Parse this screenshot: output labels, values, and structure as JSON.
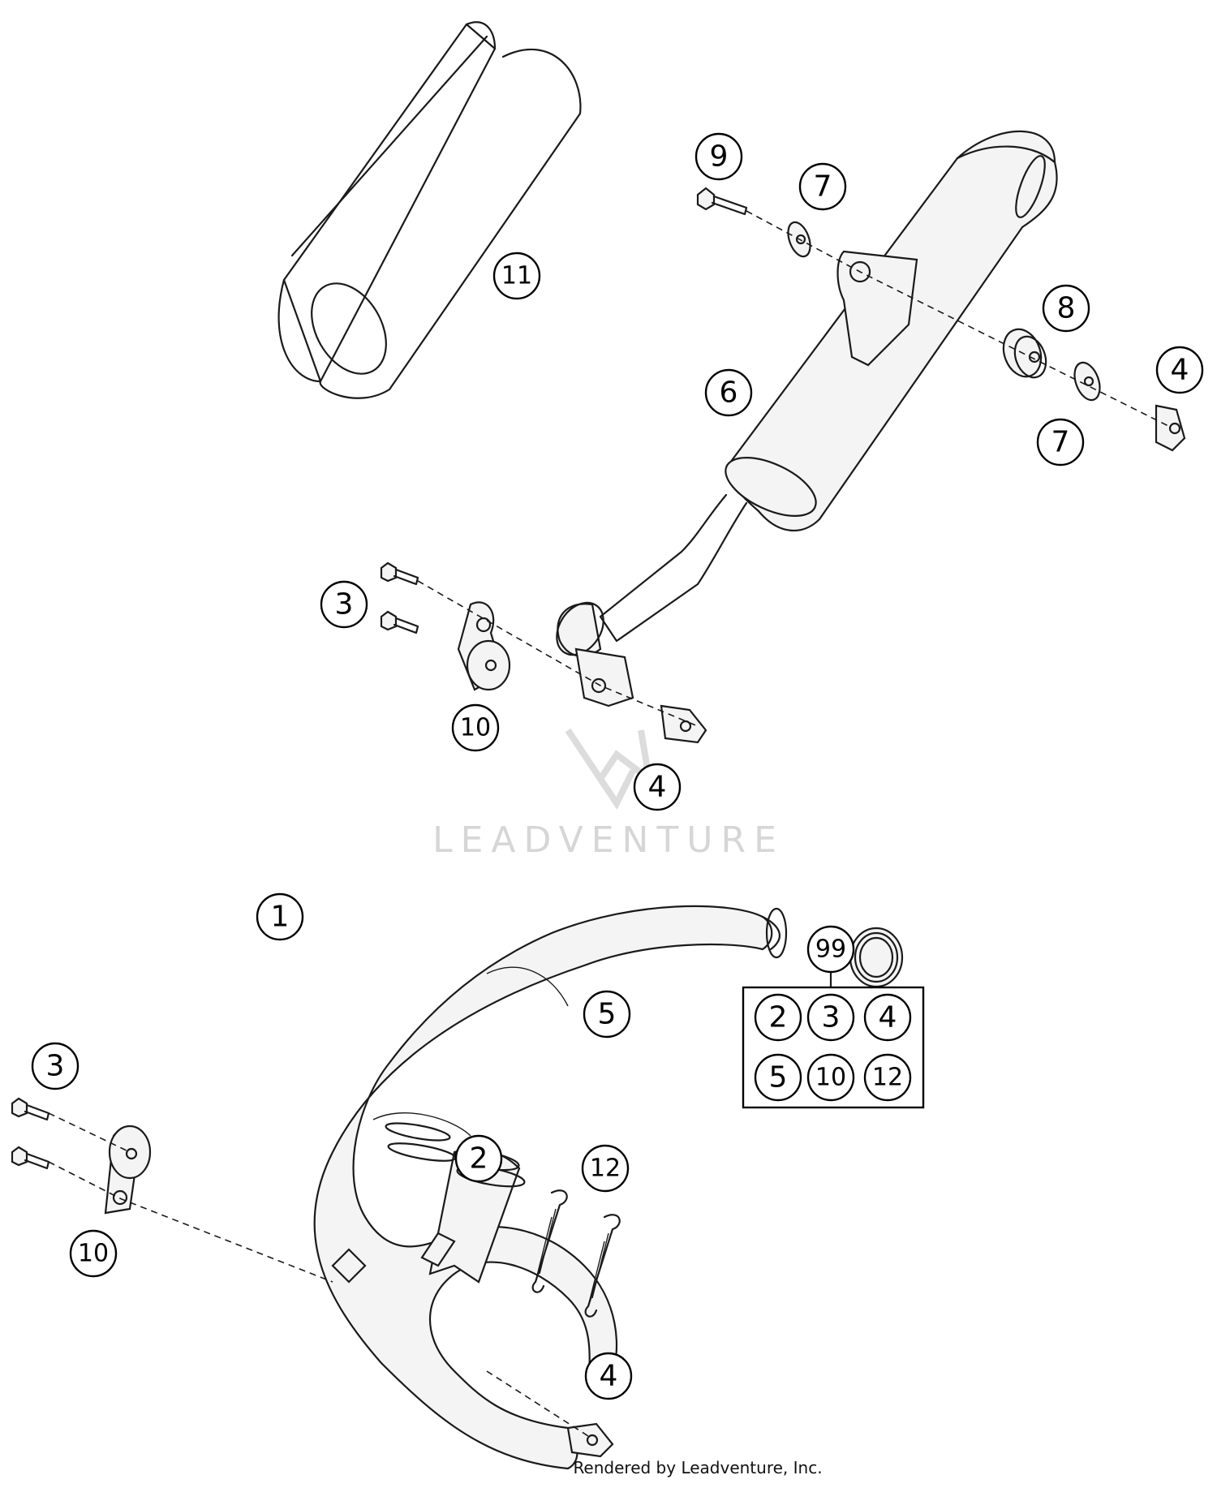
{
  "callouts": {
    "c1": "1",
    "c2": "2",
    "c3_top": "3",
    "c3_bottom": "3",
    "c4_top_right": "4",
    "c4_mid": "4",
    "c4_bottom": "4",
    "c5": "5",
    "c6": "6",
    "c7_top": "7",
    "c7_bottom": "7",
    "c8": "8",
    "c9": "9",
    "c10_top": "10",
    "c10_bottom": "10",
    "c11": "11",
    "c12": "12",
    "c99": "99"
  },
  "kit": {
    "items": [
      "2",
      "3",
      "4",
      "5",
      "10",
      "12"
    ]
  },
  "watermark": {
    "text": "LEADVENTURE"
  },
  "footer": {
    "credit": "Rendered by Leadventure, Inc."
  }
}
